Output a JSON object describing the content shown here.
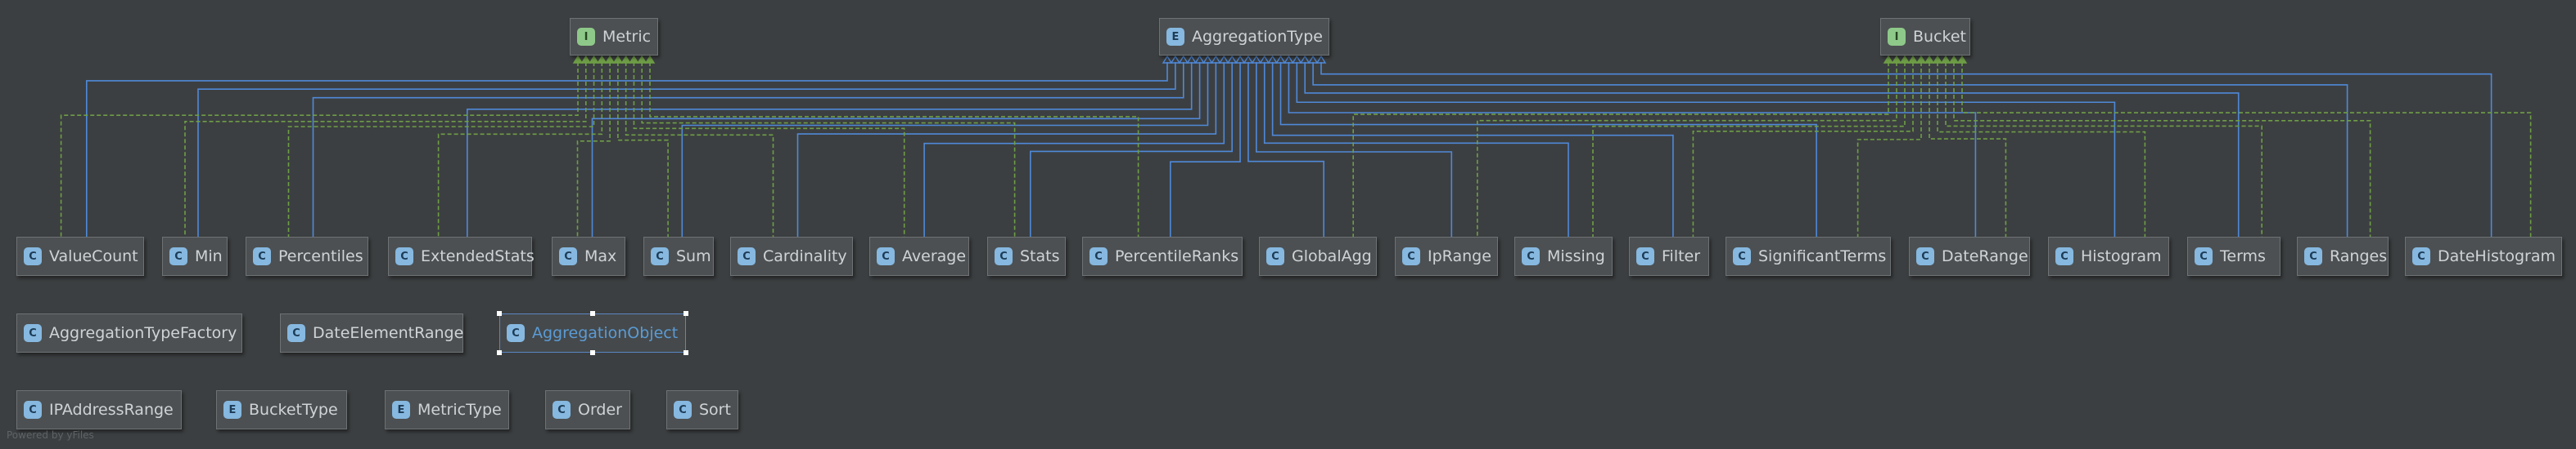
{
  "colors": {
    "background": "#3c3f41",
    "node_fill": "#4c5052",
    "node_border": "#6e7275",
    "node_text": "#d0d3d6",
    "realization_edge": "#4f89d9",
    "implements_edge": "#6e9e46",
    "selected_text": "#5b9bd5"
  },
  "top_nodes": [
    {
      "id": "Metric",
      "label": "Metric",
      "kind": "I"
    },
    {
      "id": "AggregationType",
      "label": "AggregationType",
      "kind": "E"
    },
    {
      "id": "Bucket",
      "label": "Bucket",
      "kind": "I"
    }
  ],
  "row1_nodes": [
    {
      "id": "ValueCount",
      "label": "ValueCount",
      "kind": "C"
    },
    {
      "id": "Min",
      "label": "Min",
      "kind": "C"
    },
    {
      "id": "Percentiles",
      "label": "Percentiles",
      "kind": "C"
    },
    {
      "id": "ExtendedStats",
      "label": "ExtendedStats",
      "kind": "C"
    },
    {
      "id": "Max",
      "label": "Max",
      "kind": "C"
    },
    {
      "id": "Sum",
      "label": "Sum",
      "kind": "C"
    },
    {
      "id": "Cardinality",
      "label": "Cardinality",
      "kind": "C"
    },
    {
      "id": "Average",
      "label": "Average",
      "kind": "C"
    },
    {
      "id": "Stats",
      "label": "Stats",
      "kind": "C"
    },
    {
      "id": "PercentileRanks",
      "label": "PercentileRanks",
      "kind": "C"
    },
    {
      "id": "GlobalAgg",
      "label": "GlobalAgg",
      "kind": "C"
    },
    {
      "id": "IpRange",
      "label": "IpRange",
      "kind": "C"
    },
    {
      "id": "Missing",
      "label": "Missing",
      "kind": "C"
    },
    {
      "id": "Filter",
      "label": "Filter",
      "kind": "C"
    },
    {
      "id": "SignificantTerms",
      "label": "SignificantTerms",
      "kind": "C"
    },
    {
      "id": "DateRange",
      "label": "DateRange",
      "kind": "C"
    },
    {
      "id": "Histogram",
      "label": "Histogram",
      "kind": "C"
    },
    {
      "id": "Terms",
      "label": "Terms",
      "kind": "C"
    },
    {
      "id": "Ranges",
      "label": "Ranges",
      "kind": "C"
    },
    {
      "id": "DateHistogram",
      "label": "DateHistogram",
      "kind": "C"
    }
  ],
  "row2_nodes": [
    {
      "id": "AggregationTypeFactory",
      "label": "AggregationTypeFactory",
      "kind": "C"
    },
    {
      "id": "DateElementRange",
      "label": "DateElementRange",
      "kind": "C"
    },
    {
      "id": "AggregationObject",
      "label": "AggregationObject",
      "kind": "C",
      "selected": true
    }
  ],
  "row3_nodes": [
    {
      "id": "IPAddressRange",
      "label": "IPAddressRange",
      "kind": "C"
    },
    {
      "id": "BucketType",
      "label": "BucketType",
      "kind": "E"
    },
    {
      "id": "MetricType",
      "label": "MetricType",
      "kind": "E"
    },
    {
      "id": "Order",
      "label": "Order",
      "kind": "C"
    },
    {
      "id": "Sort",
      "label": "Sort",
      "kind": "C"
    }
  ],
  "edges": {
    "realizes_AggregationType": [
      "ValueCount",
      "Min",
      "Percentiles",
      "ExtendedStats",
      "Max",
      "Sum",
      "Cardinality",
      "Average",
      "Stats",
      "PercentileRanks",
      "GlobalAgg",
      "IpRange",
      "Missing",
      "Filter",
      "SignificantTerms",
      "DateRange",
      "Histogram",
      "Terms",
      "Ranges",
      "DateHistogram"
    ],
    "implements_Metric": [
      "ValueCount",
      "Min",
      "Percentiles",
      "ExtendedStats",
      "Max",
      "Sum",
      "Cardinality",
      "Average",
      "Stats",
      "PercentileRanks"
    ],
    "implements_Bucket": [
      "GlobalAgg",
      "IpRange",
      "Missing",
      "Filter",
      "SignificantTerms",
      "DateRange",
      "Histogram",
      "Terms",
      "Ranges",
      "DateHistogram"
    ]
  },
  "footer_text": "Powered by yFiles"
}
